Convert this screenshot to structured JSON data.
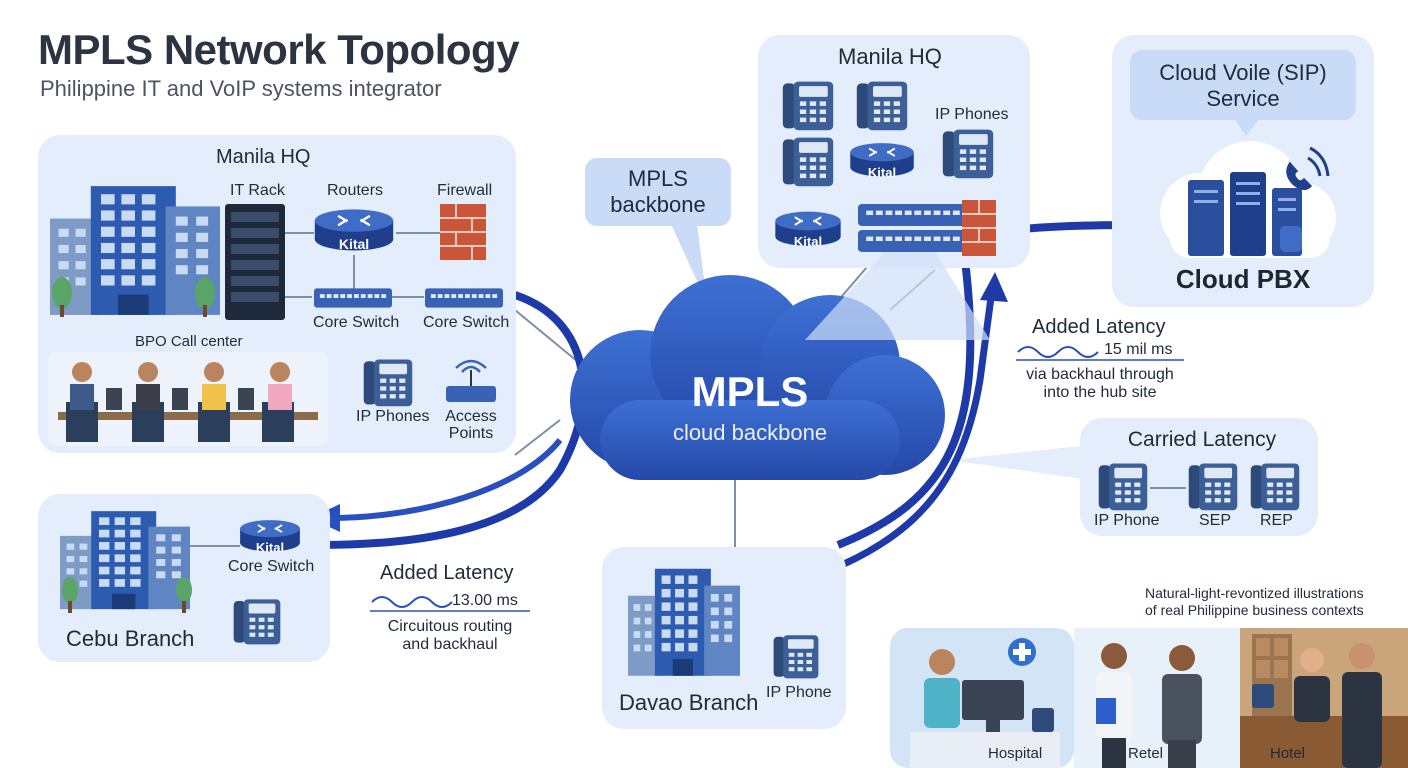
{
  "header": {
    "title": "MPLS Network Topology",
    "subtitle": "Philippine IT and VoIP systems integrator"
  },
  "manila_left": {
    "title": "Manila HQ",
    "it_rack": "IT Rack",
    "routers": "Routers",
    "firewall": "Firewall",
    "router_badge": "Kital",
    "core_switch_1": "Core Switch",
    "core_switch_2": "Core Switch",
    "bpo": "BPO Call center",
    "ip_phones": "IP Phones",
    "access_points_1": "Access",
    "access_points_2": "Points"
  },
  "cebu": {
    "title": "Cebu Branch",
    "router_badge": "Kital",
    "core_switch": "Core Switch"
  },
  "latency_left": {
    "title": "Added Latency",
    "value": "13.00 ms",
    "note_1": "Circuitous routing",
    "note_2": "and backhaul"
  },
  "mpls_callout": {
    "line_1": "MPLS",
    "line_2": "backbone"
  },
  "cloud": {
    "title": "MPLS",
    "subtitle": "cloud backbone"
  },
  "manila_right": {
    "title": "Manila HQ",
    "ip_phones": "IP Phones",
    "router_badge_1": "Kital",
    "router_badge_2": "Kital"
  },
  "cloud_service": {
    "callout_1": "Cloud Voile (SIP)",
    "callout_2": "Service",
    "pbx": "Cloud PBX"
  },
  "latency_right": {
    "title": "Added Latency",
    "value": "15 mil ms",
    "note_1": "via backhaul through",
    "note_2": "into the hub site"
  },
  "carried": {
    "title": "Carried Latency",
    "phone_1": "IP Phone",
    "phone_2": "SEP",
    "phone_3": "REP"
  },
  "davao": {
    "title": "Davao Branch",
    "ip_phone": "IP Phone"
  },
  "contexts": {
    "caption_1": "Natural-light-revontized illustrations",
    "caption_2": "of real Philippine business contexts",
    "hospital": "Hospital",
    "retail": "Retel",
    "hotel": "Hotel"
  },
  "colors": {
    "panel": "#e4edfb",
    "accent_blue": "#1f3fb0",
    "cloud_blue": "#2f5fc8",
    "callout": "#c9dbf7"
  },
  "icons": [
    "building-icon",
    "server-rack-icon",
    "router-icon",
    "firewall-icon",
    "switch-icon",
    "ip-phone-icon",
    "access-point-icon",
    "cloud-icon",
    "server-icon",
    "phone-ring-icon",
    "medical-cross-icon"
  ]
}
